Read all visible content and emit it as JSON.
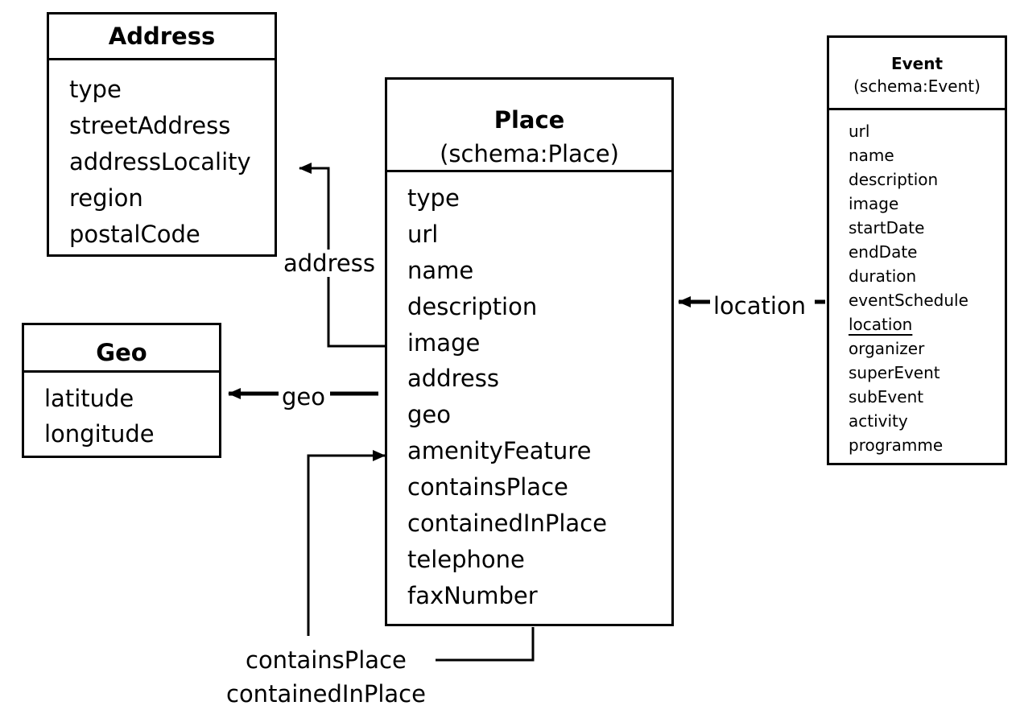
{
  "address": {
    "title": "Address",
    "fields": [
      "type",
      "streetAddress",
      "addressLocality",
      "region",
      "postalCode"
    ]
  },
  "geo": {
    "title": "Geo",
    "fields": [
      "latitude",
      "longitude"
    ]
  },
  "place": {
    "title": "Place",
    "subtitle": "(schema:Place)",
    "fields": [
      "type",
      "url",
      "name",
      "description",
      "image",
      "address",
      "geo",
      "amenityFeature",
      "containsPlace",
      "containedInPlace",
      "telephone",
      "faxNumber"
    ]
  },
  "event": {
    "title": "Event",
    "subtitle": "(schema:Event)",
    "fields": [
      "url",
      "name",
      "description",
      "image",
      "startDate",
      "endDate",
      "duration",
      "eventSchedule",
      "location",
      "organizer",
      "superEvent",
      "subEvent",
      "activity",
      "programme"
    ]
  },
  "relations": {
    "address": "address",
    "geo": "geo",
    "location": "location",
    "contains_place": "containsPlace",
    "contained_in_place": "containedInPlace"
  }
}
